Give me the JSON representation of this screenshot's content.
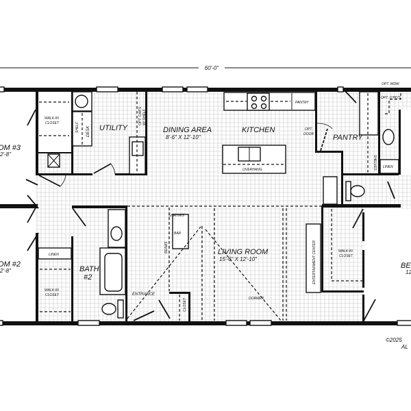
{
  "overall_dimension": "60'-0\"",
  "rooms": {
    "bedroom3": {
      "name": "OM #3",
      "size": "2'-8\""
    },
    "bedroom2": {
      "name": "OM #2",
      "size": "2'-8\""
    },
    "master_bedroom": {
      "name": "BE",
      "size": "12"
    },
    "utility": "UTILITY",
    "dining": {
      "name": "DINING AREA",
      "size": "8'-6\" X 12'-10\""
    },
    "kitchen": "KITCHEN",
    "pantry": "PANTRY",
    "living": {
      "name": "LIVING ROOM",
      "size": "15'-6\" X 12'-10\""
    },
    "bath2": {
      "line1": "BATH",
      "line2": "#2"
    },
    "entrance": "ENTRANCE"
  },
  "features": {
    "walkin_closet_line1": "WALK-IN",
    "walkin_closet_line2": "CLOSET",
    "linen": "LINEN",
    "desk": "DESK",
    "shelf": "SHELF",
    "opt_cabinets": "OPT. CAB'S",
    "opt_cabinets_shelf": "W/ SHELF",
    "kitchen_pantry": "PANTRY",
    "overhang": "OVERHANG",
    "opt_door_line1": "OPT.",
    "opt_door_line2": "DOOR",
    "shelves": "SHELVES",
    "opt_wdw": "OPT. WDW.",
    "opt_ohds": "OPT. O'HD'S",
    "beams": "BEAMS",
    "bar": "BAR",
    "closet": "CLOSET",
    "dormer": "DORMER",
    "entertainment_center": "ENTERTAINMENT CENTER"
  },
  "copyright": {
    "line1": "©2025",
    "line2": "AL"
  },
  "colors": {
    "wall": "#111111",
    "grid": "#c8c8c8",
    "background": "#ffffff"
  }
}
